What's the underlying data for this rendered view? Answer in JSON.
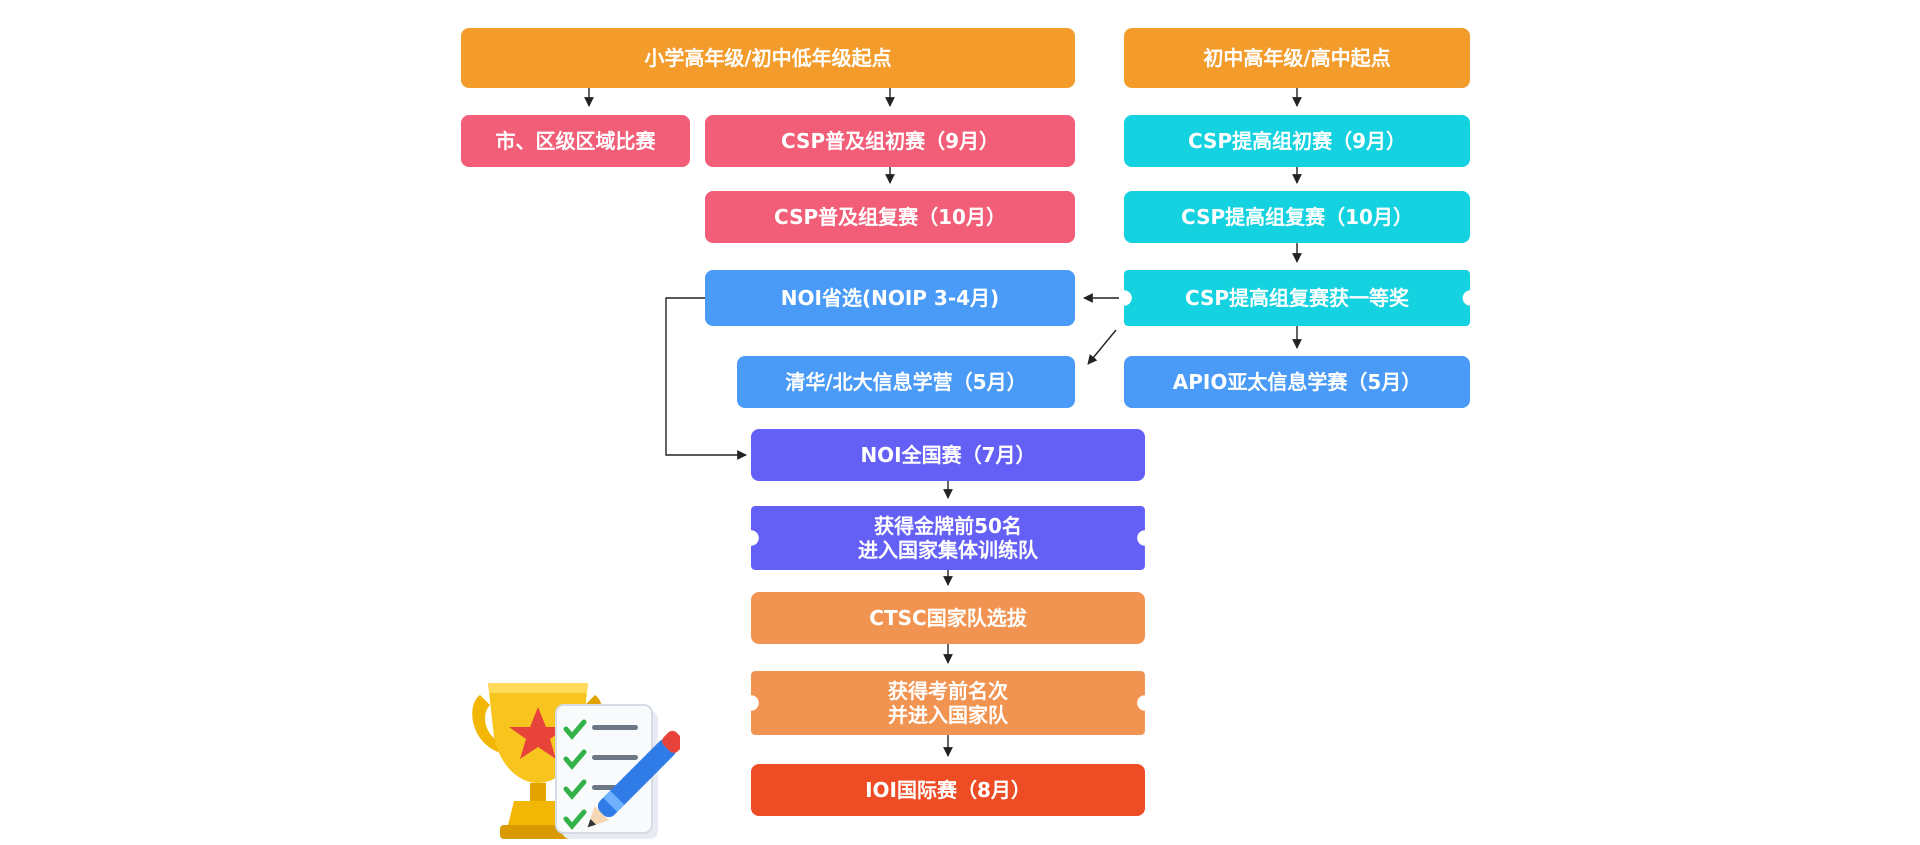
{
  "colors": {
    "orange": "#F39C2C",
    "pink": "#F25E78",
    "cyan": "#14D2DF",
    "blue": "#4A9BF7",
    "purple": "#6560F5",
    "salmon": "#F29451",
    "red": "#EE4C25",
    "arrow": "#222222"
  },
  "nodes": {
    "start_primary": "小学高年级/初中低年级起点",
    "start_senior": "初中高年级/高中起点",
    "regional": "市、区级区域比赛",
    "csp_j_first": "CSP普及组初赛（9月）",
    "csp_j_second": "CSP普及组复赛（10月）",
    "csp_s_first": "CSP提高组初赛（9月）",
    "csp_s_second": "CSP提高组复赛（10月）",
    "noi_provincial": "NOI省选(NOIP 3-4月)",
    "csp_s_award": "CSP提高组复赛获一等奖",
    "camp": "清华/北大信息学营（5月）",
    "apio": "APIO亚太信息学赛（5月）",
    "noi_national": "NOI全国赛（7月）",
    "gold_top50": "获得金牌前50名\n进入国家集体训练队",
    "ctsc": "CTSC国家队选拔",
    "top_rank": "获得考前名次\n并进入国家队",
    "ioi": "IOI国际赛（8月）"
  },
  "illustration": {
    "icons": [
      "trophy-icon",
      "checklist-icon",
      "pen-icon"
    ]
  }
}
